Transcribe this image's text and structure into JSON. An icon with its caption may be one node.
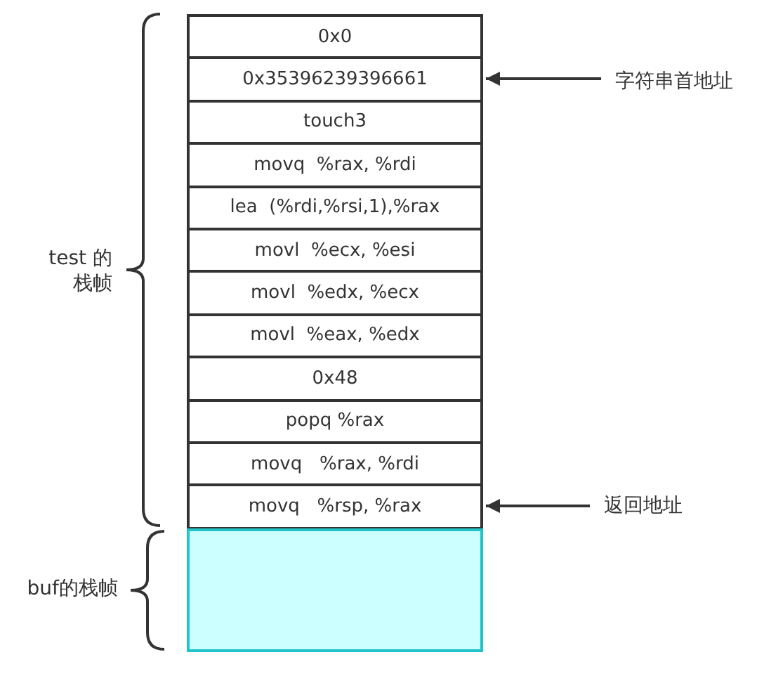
{
  "diagram": {
    "nodes": [
      {
        "text": [
          "0x0"
        ]
      },
      {
        "text": [
          "0x35396239396661"
        ]
      },
      {
        "text": [
          "touch3"
        ]
      },
      {
        "text": [
          "movq  %rax, %rdi"
        ]
      },
      {
        "text": [
          "lea  (%rdi,%rsi,1),%rax"
        ]
      },
      {
        "text": [
          "movl  %ecx, %esi"
        ]
      },
      {
        "text": [
          "movl  %edx, %ecx"
        ]
      },
      {
        "text": [
          "movl  %eax, %edx"
        ]
      },
      {
        "text": [
          "0x48"
        ]
      },
      {
        "text": [
          "popq %rax"
        ]
      },
      {
        "text": [
          "movq   %rax, %rdi"
        ]
      },
      {
        "text": [
          "movq   %rsp, %rax"
        ]
      },
      {
        "text": [],
        "shape": "box"
      },
      {
        "text": [
          "字符串首地址"
        ]
      },
      {
        "text": [
          "返回地址"
        ]
      }
    ],
    "edges": [
      {
        "from": 13,
        "to": 1,
        "arrow": "to"
      },
      {
        "from": 14,
        "to": 11,
        "arrow": "to"
      }
    ],
    "labels": [
      "test 的栈帧",
      "buf的栈帧"
    ]
  }
}
